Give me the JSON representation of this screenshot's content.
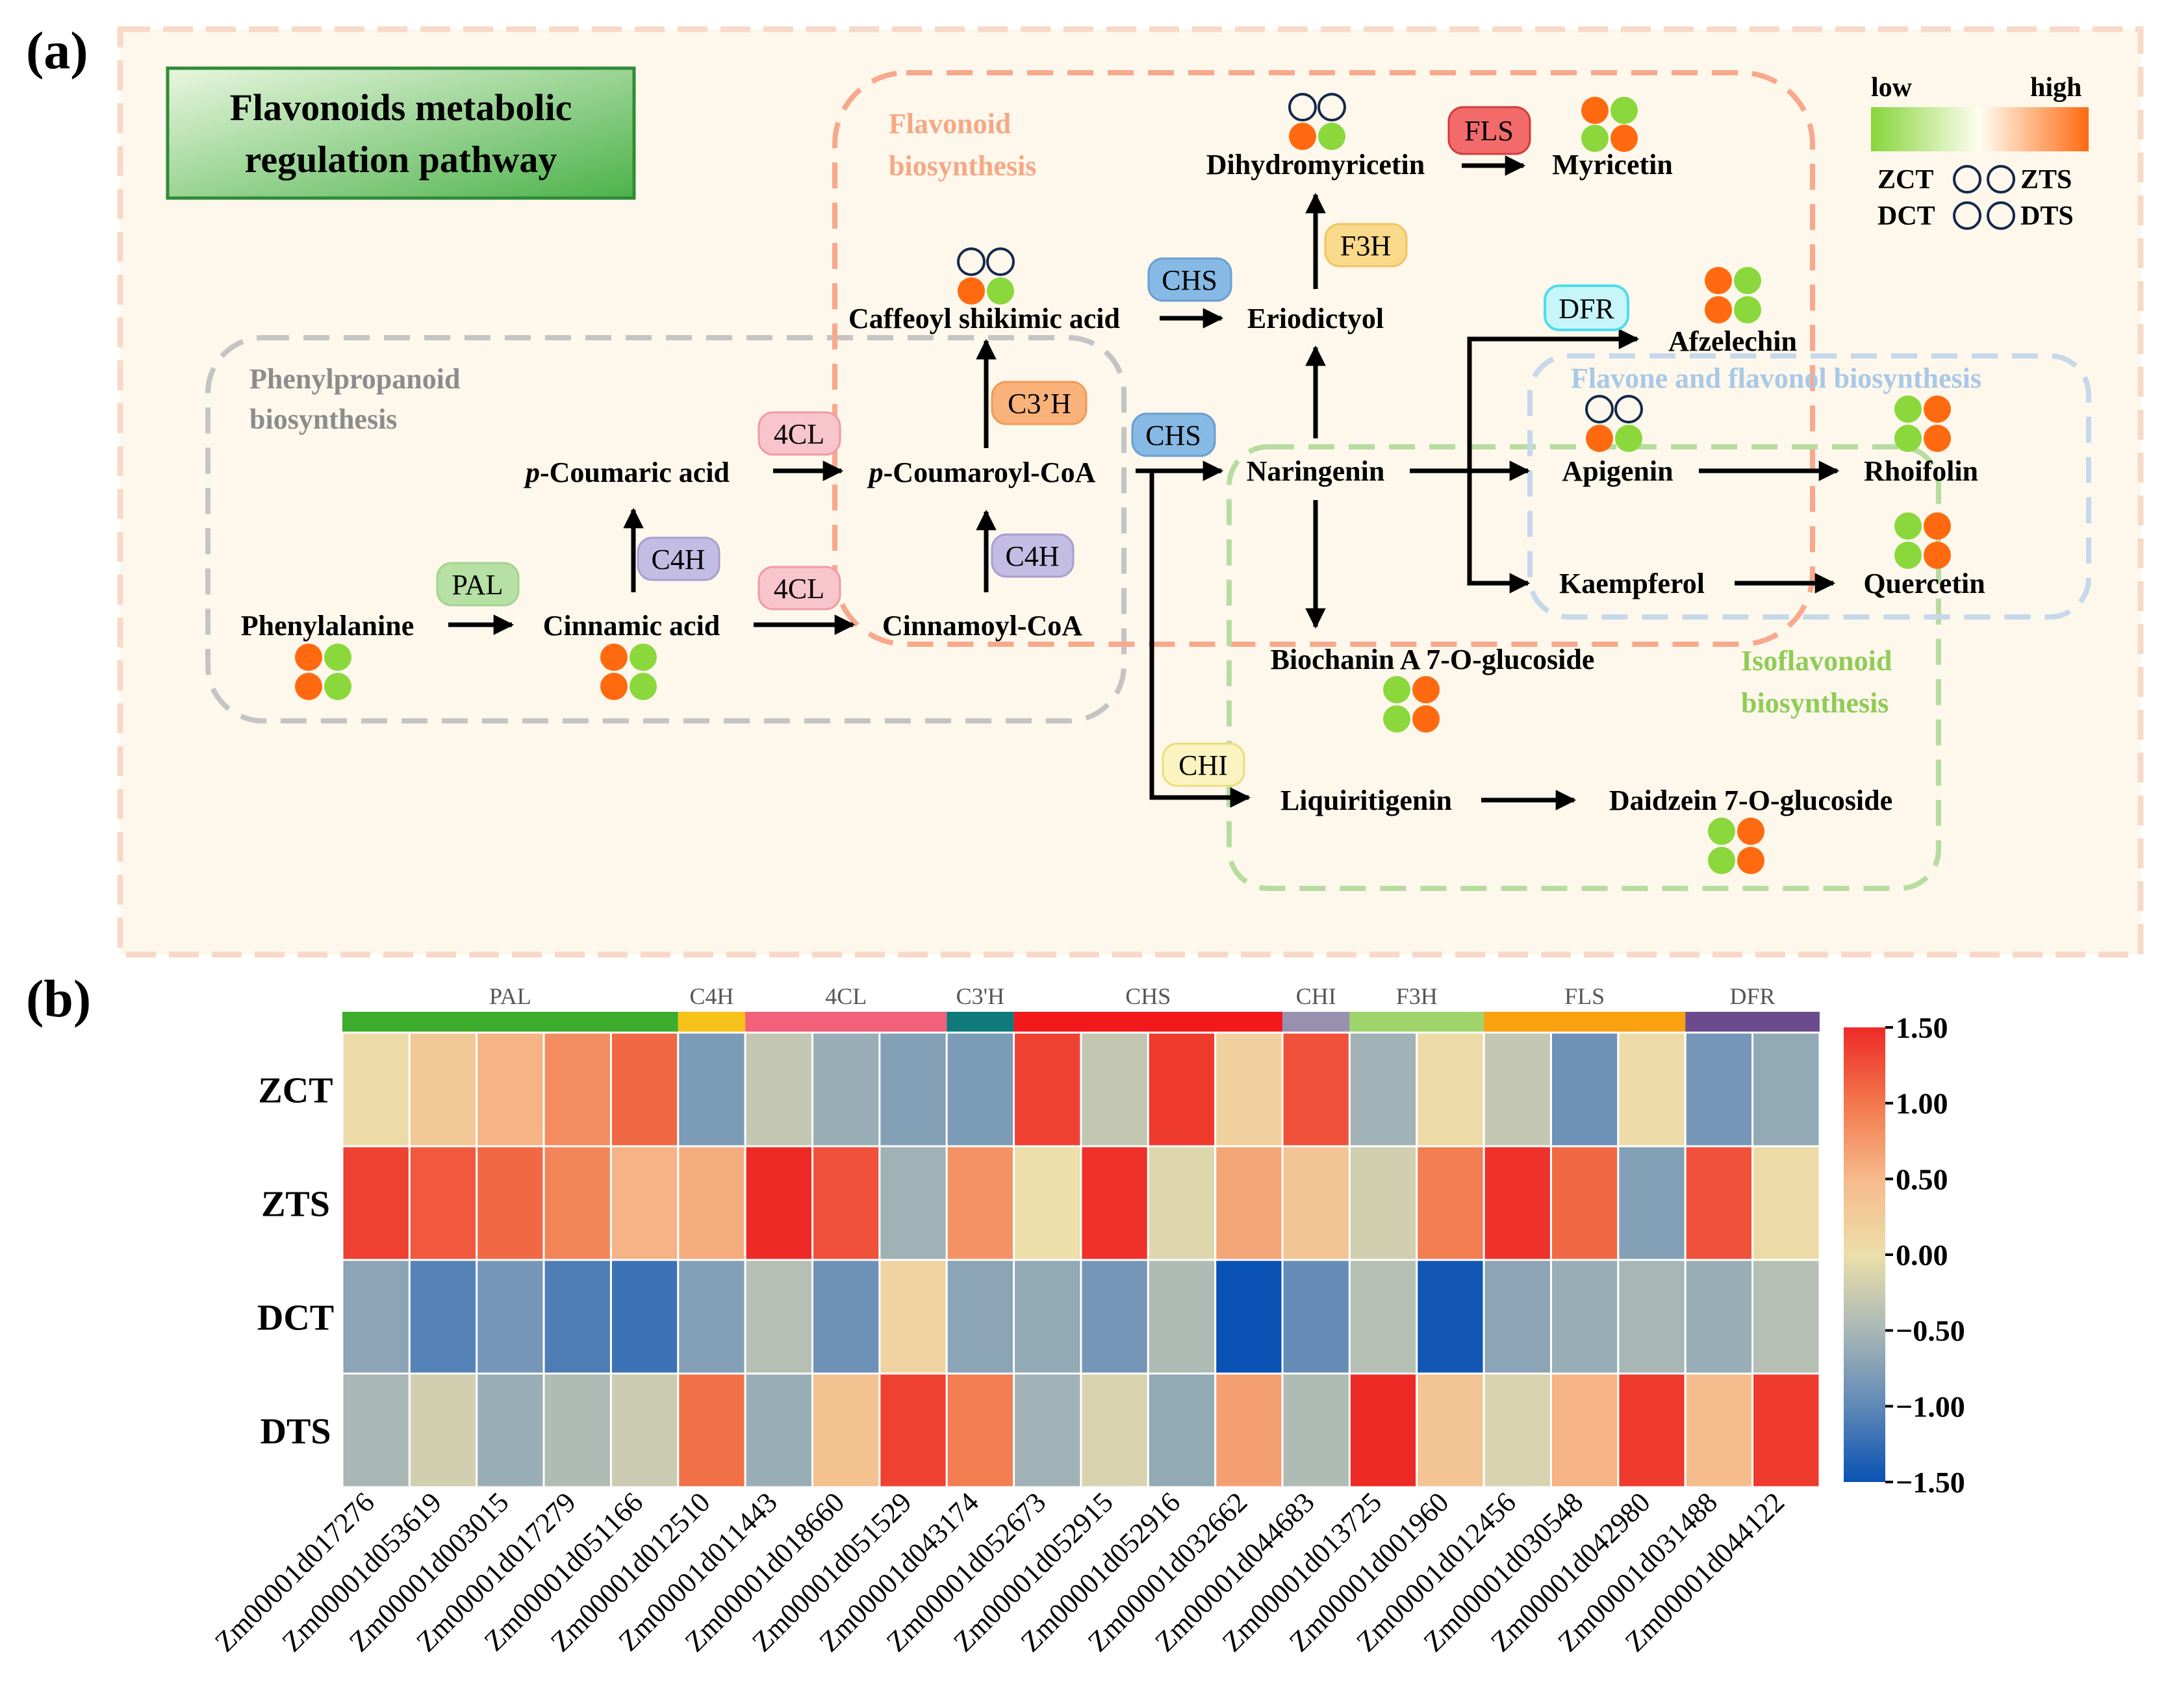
{
  "panel_a": {
    "label": "(a)",
    "title_line1": "Flavonoids metabolic",
    "title_line2": "regulation pathway",
    "legend": {
      "low": "low",
      "high": "high",
      "zct": "ZCT",
      "zts": "ZTS",
      "dct": "DCT",
      "dts": "DTS",
      "low_color": "#8ad83c",
      "high_color": "#ff6a10"
    },
    "regions": {
      "phenylpropanoid_1": "Phenylpropanoid",
      "phenylpropanoid_2": "biosynthesis",
      "flavonoid_1": "Flavonoid",
      "flavonoid_2": "biosynthesis",
      "flavone": "Flavone and flavonol biosynthesis",
      "isoflavonoid_1": "Isoflavonoid",
      "isoflavonoid_2": "biosynthesis"
    },
    "compounds": {
      "phenylalanine": "Phenylalanine",
      "cinnamic": "Cinnamic acid",
      "pcoumaric_italic": "p",
      "pcoumaric_rest": "-Coumaric acid",
      "pcoumaroyl_italic": "p",
      "pcoumaroyl_rest": "-Coumaroyl-CoA",
      "cinnamoyl": "Cinnamoyl-CoA",
      "caffeoyl": "Caffeoyl shikimic acid",
      "eriodictyol": "Eriodictyol",
      "dihydromyricetin": "Dihydromyricetin",
      "myricetin": "Myricetin",
      "naringenin": "Naringenin",
      "afzelechin": "Afzelechin",
      "apigenin": "Apigenin",
      "rhoifolin": "Rhoifolin",
      "kaempferol": "Kaempferol",
      "quercetin": "Quercetin",
      "biochanin": "Biochanin A 7-O-glucoside",
      "liquiritigenin": "Liquiritigenin",
      "daidzein": "Daidzein 7-O-glucoside"
    },
    "enzymes": {
      "pal": "PAL",
      "c4h_1": "C4H",
      "c4h_2": "C4H",
      "cl4_1": "4CL",
      "cl4_2": "4CL",
      "c3h": "C3’H",
      "chs_1": "CHS",
      "chs_2": "CHS",
      "f3h": "F3H",
      "fls": "FLS",
      "dfr": "DFR",
      "chi": "CHI"
    }
  },
  "panel_b": {
    "label": "(b)",
    "groups": [
      {
        "name": "PAL",
        "span": 5,
        "color": "#3cac2c"
      },
      {
        "name": "C4H",
        "span": 1,
        "color": "#f7c21a"
      },
      {
        "name": "4CL",
        "span": 3,
        "color": "#f2607a"
      },
      {
        "name": "C3'H",
        "span": 1,
        "color": "#0f7a7a"
      },
      {
        "name": "CHS",
        "span": 4,
        "color": "#f2181c"
      },
      {
        "name": "CHI",
        "span": 1,
        "color": "#9990b0"
      },
      {
        "name": "F3H",
        "span": 2,
        "color": "#9ed46a"
      },
      {
        "name": "FLS",
        "span": 3,
        "color": "#f9a10f"
      },
      {
        "name": "DFR",
        "span": 2,
        "color": "#6a4c8e"
      }
    ],
    "rows": [
      "ZCT",
      "ZTS",
      "DCT",
      "DTS"
    ],
    "columns": [
      "Zm00001d017276",
      "Zm00001d053619",
      "Zm00001d003015",
      "Zm00001d017279",
      "Zm00001d051166",
      "Zm00001d012510",
      "Zm00001d011443",
      "Zm00001d018660",
      "Zm00001d051529",
      "Zm00001d043174",
      "Zm00001d052673",
      "Zm00001d052915",
      "Zm00001d052916",
      "Zm00001d032662",
      "Zm00001d044683",
      "Zm00001d013725",
      "Zm00001d001960",
      "Zm00001d012456",
      "Zm00001d030548",
      "Zm00001d042980",
      "Zm00001d031488",
      "Zm00001d044122"
    ],
    "values": [
      [
        0.05,
        0.3,
        0.55,
        0.85,
        1.1,
        -0.8,
        -0.3,
        -0.6,
        -0.75,
        -0.8,
        1.35,
        -0.3,
        1.4,
        0.2,
        1.25,
        -0.55,
        0.05,
        -0.3,
        -0.9,
        0.05,
        -0.85,
        -0.65
      ],
      [
        1.35,
        1.2,
        1.1,
        0.9,
        0.55,
        0.6,
        1.5,
        1.25,
        -0.55,
        0.8,
        0.0,
        1.45,
        -0.1,
        0.65,
        0.35,
        -0.2,
        0.95,
        1.45,
        1.1,
        -0.75,
        1.25,
        0.05
      ],
      [
        -0.7,
        -1.05,
        -0.85,
        -1.1,
        -1.2,
        -0.75,
        -0.4,
        -0.9,
        0.15,
        -0.7,
        -0.65,
        -0.85,
        -0.45,
        -1.5,
        -0.95,
        -0.4,
        -1.45,
        -0.7,
        -0.6,
        -0.5,
        -0.6,
        -0.4
      ],
      [
        -0.5,
        -0.2,
        -0.6,
        -0.45,
        -0.25,
        1.05,
        -0.6,
        0.4,
        1.35,
        0.95,
        -0.55,
        -0.15,
        -0.65,
        0.7,
        -0.45,
        1.5,
        0.35,
        -0.15,
        0.55,
        1.4,
        0.45,
        1.4
      ]
    ],
    "colorbar": {
      "ticks": [
        "1.50",
        "1.00",
        "0.50",
        "0.00",
        "−0.50",
        "−1.00",
        "−1.50"
      ],
      "min": -1.5,
      "max": 1.5,
      "colors": [
        "#0a52b4",
        "#5f88b7",
        "#a8b7b6",
        "#ecdfaa",
        "#f6b98b",
        "#f2784c",
        "#ee2a27"
      ]
    }
  }
}
